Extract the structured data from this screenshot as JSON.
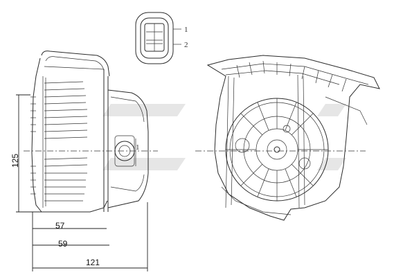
{
  "dimensions": {
    "height": "125",
    "depth_inner": "57",
    "depth_outer": "59",
    "overall_width": "121"
  },
  "connector": {
    "pin_top": "1",
    "pin_bottom": "2"
  },
  "motor_marker": "1",
  "colors": {
    "line": "#2a2a2a",
    "watermark": "#e6e6e6"
  }
}
